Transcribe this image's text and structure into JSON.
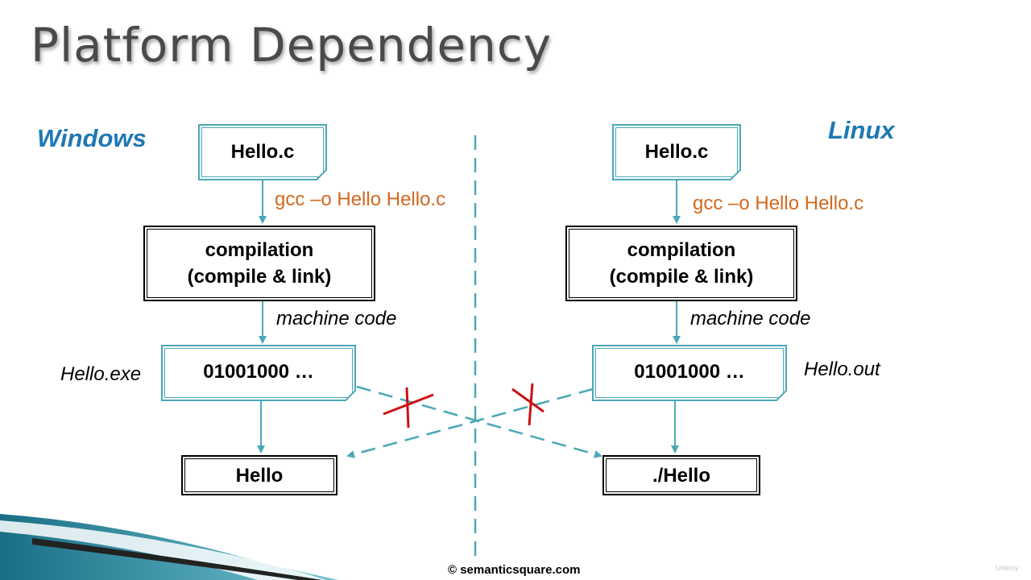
{
  "title": "Platform Dependency",
  "colors": {
    "os_label": "#1f78b4",
    "command": "#d2691e",
    "arrow": "#4aa8b8",
    "cross": "#cc1111"
  },
  "windows": {
    "label": "Windows",
    "source": "Hello.c",
    "command": "gcc –o Hello Hello.c",
    "process_line1": "compilation",
    "process_line2": "(compile & link)",
    "output_label": "machine code",
    "binary": "01001000 …",
    "binary_name": "Hello.exe",
    "run": "Hello"
  },
  "linux": {
    "label": "Linux",
    "source": "Hello.c",
    "command": "gcc –o Hello Hello.c",
    "process_line1": "compilation",
    "process_line2": "(compile & link)",
    "output_label": "machine code",
    "binary": "01001000 …",
    "binary_name": "Hello.out",
    "run": "./Hello"
  },
  "footer": "© semanticsquare.com",
  "watermark": "Udemy"
}
